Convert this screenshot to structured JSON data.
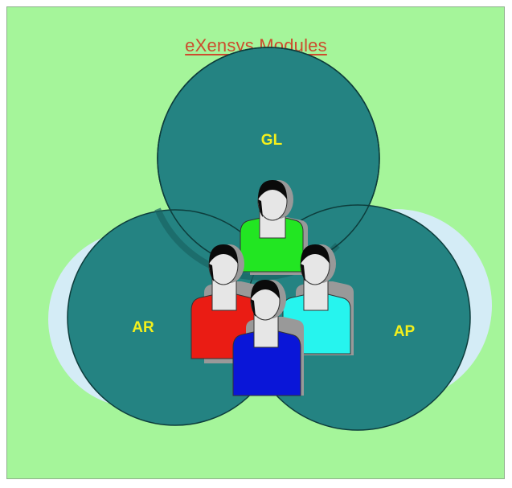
{
  "title": "eXensys Modules",
  "modules": [
    {
      "label": "GL"
    },
    {
      "label": "AR"
    },
    {
      "label": "AP"
    }
  ],
  "users": [
    {
      "shirt_color": "#22e622"
    },
    {
      "shirt_color": "#ea1c14"
    },
    {
      "shirt_color": "#26f4ee"
    },
    {
      "shirt_color": "#0a16d8"
    }
  ],
  "colors": {
    "background": "#a5f59a",
    "circle_fill": "#248382",
    "circle_halo": "#d4ecf6",
    "title": "#cc4c2e",
    "module_label": "#f4f01c",
    "face": "#e6e6e6",
    "hair": "#0a0a0a"
  }
}
